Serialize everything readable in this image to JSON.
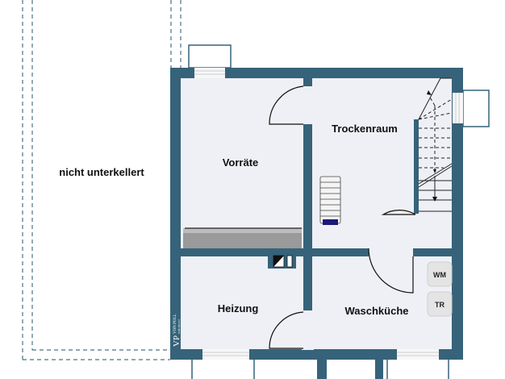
{
  "floorplan": {
    "title": "Kellergeschoss",
    "colors": {
      "wall": "#36637a",
      "floor": "#eef0f5",
      "outline": "#4a7383",
      "background": "#ffffff"
    },
    "outside_label": "nicht unterkellert",
    "rooms": [
      {
        "id": "vorraete",
        "label": "Vorräte"
      },
      {
        "id": "trockenraum",
        "label": "Trockenraum"
      },
      {
        "id": "heizung",
        "label": "Heizung"
      },
      {
        "id": "waschkueche",
        "label": "Waschküche"
      }
    ],
    "appliances": [
      {
        "id": "washing-machine",
        "label": "WM"
      },
      {
        "id": "dryer",
        "label": "TR"
      }
    ],
    "logo": {
      "initials": "VP",
      "name": "VON POLL",
      "sub": "IMMOBILIEN"
    }
  }
}
